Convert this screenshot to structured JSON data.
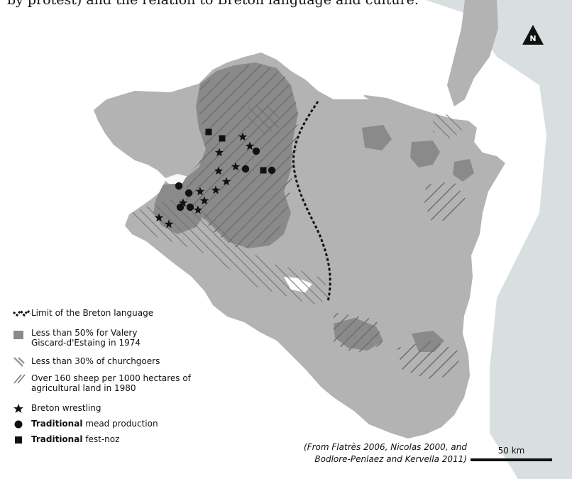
{
  "header": {
    "text": "by protest) and the relation to Breton language and culture."
  },
  "legend": {
    "items": [
      {
        "id": "breton-limit",
        "label": "Limit of the Breton language",
        "symbol": "dashed-line-icon"
      },
      {
        "id": "giscard-vote",
        "label": "Less than 50% for Valery Giscard-d'Estaing in 1974",
        "symbol": "dark-grey-square-icon",
        "color": "#8a8a8a"
      },
      {
        "id": "churchgoers",
        "label": "Less than 30% of churchgoers",
        "symbol": "hatch-backslash-icon"
      },
      {
        "id": "sheep",
        "label": "Over 160 sheep per 1000 hectares of agricultural land in 1980",
        "symbol": "hatch-slash-icon"
      },
      {
        "id": "wrestling",
        "label": "Breton wrestling",
        "symbol": "star-icon"
      },
      {
        "id": "mead",
        "bold": "Traditional",
        "rest": " mead production",
        "symbol": "circle-icon"
      },
      {
        "id": "festnoz",
        "bold": "Traditional",
        "rest": " fest-noz",
        "symbol": "square-icon"
      }
    ]
  },
  "source": {
    "line1": "(From Flatrès 2006, Nicolas 2000, and",
    "line2": "Bodlore-Penlaez and Kervella 2011)"
  },
  "scale": {
    "label": "50 km"
  },
  "north": {
    "label": "N"
  },
  "colors": {
    "sea": "#d9dfe0",
    "land": "#b3b3b3",
    "darkArea": "#8a8a8a",
    "symbols": "#111111"
  },
  "map_symbols": {
    "stars": [
      [
        342,
        193
      ],
      [
        352,
        206
      ],
      [
        309,
        215
      ],
      [
        332,
        235
      ],
      [
        308,
        241
      ],
      [
        319,
        256
      ],
      [
        304,
        268
      ],
      [
        282,
        270
      ],
      [
        288,
        283
      ],
      [
        279,
        296
      ],
      [
        258,
        286
      ],
      [
        224,
        307
      ],
      [
        238,
        316
      ]
    ],
    "circles": [
      [
        361,
        213
      ],
      [
        346,
        238
      ],
      [
        383,
        240
      ],
      [
        252,
        262
      ],
      [
        266,
        272
      ],
      [
        254,
        292
      ],
      [
        268,
        292
      ]
    ],
    "squares": [
      [
        294,
        186
      ],
      [
        313,
        195
      ],
      [
        371,
        240
      ]
    ]
  }
}
